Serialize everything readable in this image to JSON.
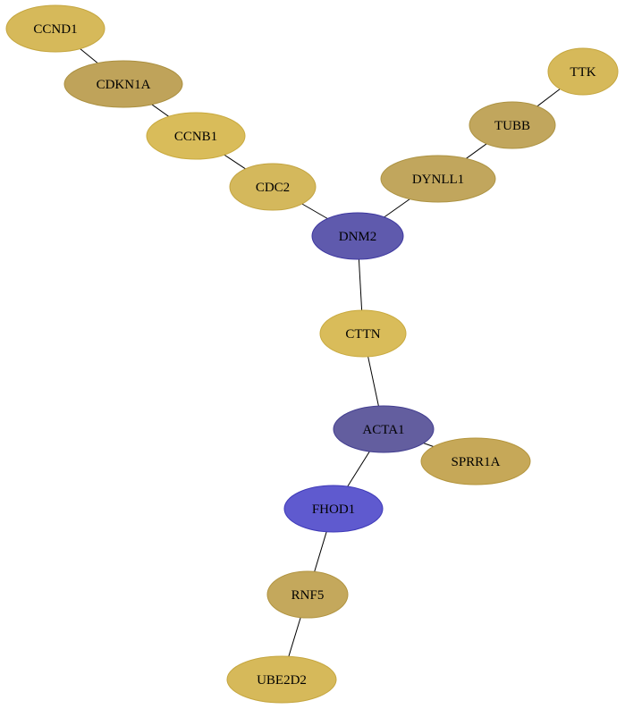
{
  "graph": {
    "nodes": [
      {
        "id": "CCND1",
        "label": "CCND1",
        "fill": "#d6b95a",
        "stroke": "#c5a63f"
      },
      {
        "id": "CDKN1A",
        "label": "CDKN1A",
        "fill": "#bfa35a",
        "stroke": "#ab9040"
      },
      {
        "id": "CCNB1",
        "label": "CCNB1",
        "fill": "#d9bc5a",
        "stroke": "#c9aa3f"
      },
      {
        "id": "CDC2",
        "label": "CDC2",
        "fill": "#d4b85c",
        "stroke": "#c3a441"
      },
      {
        "id": "TTK",
        "label": "TTK",
        "fill": "#d6b95a",
        "stroke": "#c5a63f"
      },
      {
        "id": "TUBB",
        "label": "TUBB",
        "fill": "#c1a65d",
        "stroke": "#ad9343"
      },
      {
        "id": "DYNLL1",
        "label": "DYNLL1",
        "fill": "#c1a65d",
        "stroke": "#ad9343"
      },
      {
        "id": "DNM2",
        "label": "DNM2",
        "fill": "#5f5aad",
        "stroke": "#3d37a0"
      },
      {
        "id": "CTTN",
        "label": "CTTN",
        "fill": "#d9bc5a",
        "stroke": "#c9aa3f"
      },
      {
        "id": "ACTA1",
        "label": "ACTA1",
        "fill": "#635e9f",
        "stroke": "#433e90"
      },
      {
        "id": "SPRR1A",
        "label": "SPRR1A",
        "fill": "#c6a858",
        "stroke": "#b4953d"
      },
      {
        "id": "FHOD1",
        "label": "FHOD1",
        "fill": "#5f5acf",
        "stroke": "#3f3ab8"
      },
      {
        "id": "RNF5",
        "label": "RNF5",
        "fill": "#c4a85c",
        "stroke": "#b19441"
      },
      {
        "id": "UBE2D2",
        "label": "UBE2D2",
        "fill": "#d6b95a",
        "stroke": "#c5a63f"
      }
    ],
    "edges": [
      {
        "source": "CCND1",
        "target": "CDKN1A"
      },
      {
        "source": "CDKN1A",
        "target": "CCNB1"
      },
      {
        "source": "CCNB1",
        "target": "CDC2"
      },
      {
        "source": "CDC2",
        "target": "DNM2"
      },
      {
        "source": "TTK",
        "target": "TUBB"
      },
      {
        "source": "TUBB",
        "target": "DYNLL1"
      },
      {
        "source": "DYNLL1",
        "target": "DNM2"
      },
      {
        "source": "DNM2",
        "target": "CTTN"
      },
      {
        "source": "CTTN",
        "target": "ACTA1"
      },
      {
        "source": "ACTA1",
        "target": "SPRR1A"
      },
      {
        "source": "ACTA1",
        "target": "FHOD1"
      },
      {
        "source": "FHOD1",
        "target": "RNF5"
      },
      {
        "source": "RNF5",
        "target": "UBE2D2"
      }
    ]
  }
}
